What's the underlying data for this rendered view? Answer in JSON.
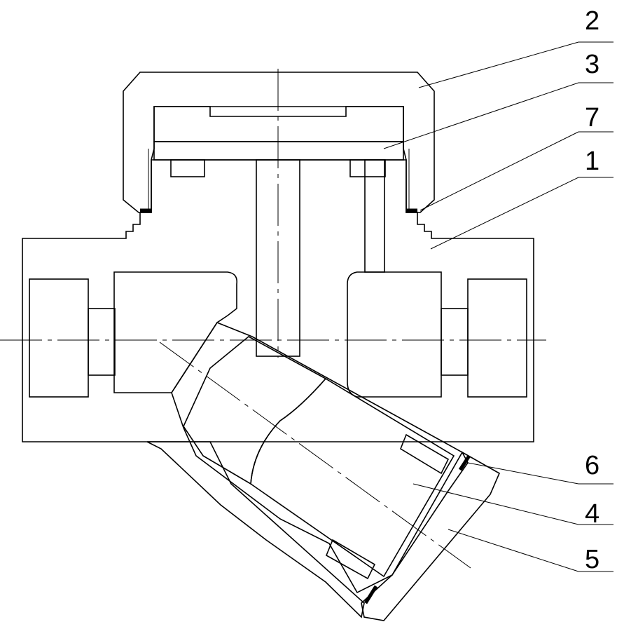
{
  "callouts": {
    "c1": "1",
    "c2": "2",
    "c3": "3",
    "c4": "4",
    "c5": "5",
    "c6": "6",
    "c7": "7"
  },
  "style": {
    "line_color": "#000000",
    "background": "#ffffff",
    "hatch_color": "#000000",
    "mesh_color": "#000000"
  }
}
